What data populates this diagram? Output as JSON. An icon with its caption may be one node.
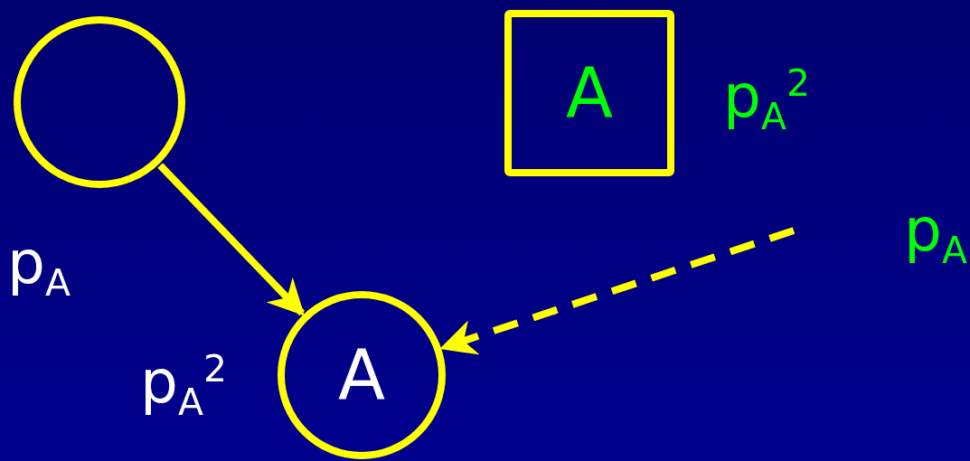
{
  "diagram": {
    "nodes": [
      {
        "text": [],
        "shape": "circle"
      },
      {
        "text": [
          "A"
        ],
        "beside": [
          "p$_{A}$$^{2}$"
        ]
      },
      {
        "text": [
          "A"
        ],
        "beside": [
          "p$_{A}$$^{2}$"
        ]
      }
    ],
    "edges": [
      {
        "from": 0,
        "to": 2,
        "arrow": "to"
      },
      {
        "from": null,
        "to": 2,
        "arrow": "to",
        "style": "dashed"
      }
    ],
    "labels": [
      "p$_{A}$",
      "p$_{A}$"
    ]
  }
}
